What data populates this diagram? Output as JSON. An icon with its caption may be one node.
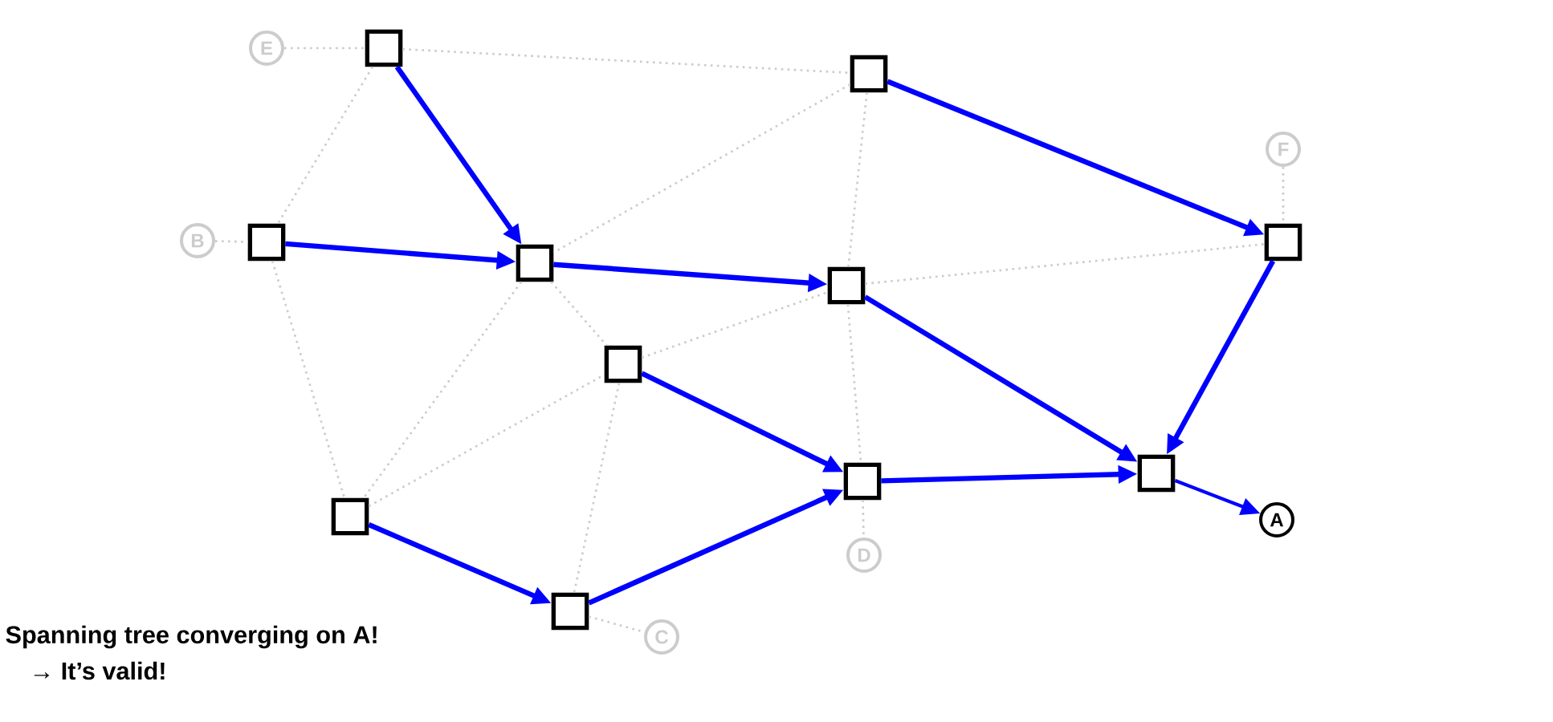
{
  "diagram": {
    "nodes": [
      {
        "text": [
          "E"
        ]
      },
      {
        "text": [],
        "shape": "box"
      },
      {
        "text": [],
        "shape": "box"
      },
      {
        "text": [
          "F"
        ]
      },
      {
        "text": [
          "B"
        ]
      },
      {
        "text": [],
        "shape": "box"
      },
      {
        "text": [],
        "shape": "box"
      },
      {
        "text": [],
        "shape": "box"
      },
      {
        "text": [],
        "shape": "box"
      },
      {
        "text": [],
        "shape": "box"
      },
      {
        "text": [],
        "shape": "box"
      },
      {
        "text": [],
        "shape": "box"
      },
      {
        "text": [],
        "shape": "box"
      },
      {
        "text": [
          "A"
        ]
      },
      {
        "text": [
          "D"
        ]
      },
      {
        "text": [],
        "shape": "box"
      },
      {
        "text": [
          "C"
        ]
      }
    ],
    "edges": [
      {
        "from": 0,
        "to": 1,
        "arrow": "none",
        "style": "dashed"
      },
      {
        "from": 1,
        "to": 2,
        "arrow": "none",
        "style": "dashed"
      },
      {
        "from": 1,
        "to": 5,
        "arrow": "none",
        "style": "dashed"
      },
      {
        "from": 4,
        "to": 5,
        "arrow": "none",
        "style": "dashed"
      },
      {
        "from": 2,
        "to": 7,
        "arrow": "none",
        "style": "dashed"
      },
      {
        "from": 2,
        "to": 8,
        "arrow": "none",
        "style": "dashed"
      },
      {
        "from": 8,
        "to": 6,
        "arrow": "none",
        "style": "dashed"
      },
      {
        "from": 3,
        "to": 6,
        "arrow": "none",
        "style": "dashed"
      },
      {
        "from": 5,
        "to": 12,
        "arrow": "none",
        "style": "dashed"
      },
      {
        "from": 7,
        "to": 12,
        "arrow": "none",
        "style": "dashed"
      },
      {
        "from": 7,
        "to": 9,
        "arrow": "none",
        "style": "dashed"
      },
      {
        "from": 9,
        "to": 8,
        "arrow": "none",
        "style": "dashed"
      },
      {
        "from": 12,
        "to": 9,
        "arrow": "none",
        "style": "dashed"
      },
      {
        "from": 9,
        "to": 15,
        "arrow": "none",
        "style": "dashed"
      },
      {
        "from": 8,
        "to": 11,
        "arrow": "none",
        "style": "dashed"
      },
      {
        "from": 11,
        "to": 14,
        "arrow": "none",
        "style": "dashed"
      },
      {
        "from": 15,
        "to": 16,
        "arrow": "none",
        "style": "dashed"
      },
      {
        "from": 1,
        "to": 7,
        "arrow": "to",
        "style": "thick",
        "color": "#0000ff"
      },
      {
        "from": 5,
        "to": 7,
        "arrow": "to",
        "style": "thick",
        "color": "#0000ff"
      },
      {
        "from": 7,
        "to": 8,
        "arrow": "to",
        "style": "thick",
        "color": "#0000ff"
      },
      {
        "from": 2,
        "to": 6,
        "arrow": "to",
        "style": "thick",
        "color": "#0000ff"
      },
      {
        "from": 8,
        "to": 10,
        "arrow": "to",
        "style": "thick",
        "color": "#0000ff"
      },
      {
        "from": 6,
        "to": 10,
        "arrow": "to",
        "style": "thick",
        "color": "#0000ff"
      },
      {
        "from": 9,
        "to": 11,
        "arrow": "to",
        "style": "thick",
        "color": "#0000ff"
      },
      {
        "from": 12,
        "to": 15,
        "arrow": "to",
        "style": "thick",
        "color": "#0000ff"
      },
      {
        "from": 15,
        "to": 11,
        "arrow": "to",
        "style": "thick",
        "color": "#0000ff"
      },
      {
        "from": 11,
        "to": 10,
        "arrow": "to",
        "style": "thick",
        "color": "#0000ff"
      },
      {
        "from": 10,
        "to": 13,
        "arrow": "to",
        "color": "#0000ff"
      }
    ],
    "labels": [
      "Spanning tree converging on A!",
      "→ It’s valid!"
    ]
  }
}
